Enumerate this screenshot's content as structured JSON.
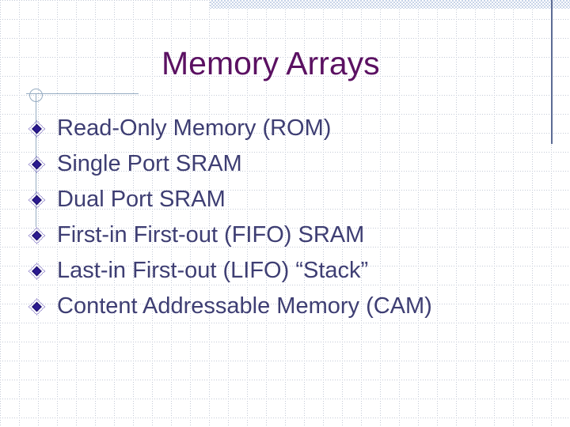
{
  "slide": {
    "title": "Memory Arrays",
    "bullets": [
      "Read-Only Memory (ROM)",
      "Single Port SRAM",
      "Dual Port SRAM",
      "First-in First-out (FIFO) SRAM",
      "Last-in First-out (LIFO) “Stack”",
      "Content Addressable Memory (CAM)"
    ],
    "colors": {
      "title_text": "#5b1162",
      "body_text": "#3e3e73",
      "bullet_fill": "#2b1a8f",
      "bullet_outline": "#5a49b0",
      "ornament_line": "#96acc2",
      "accent_bar": "#5c6b94",
      "checker_blue": "#c8d4e8",
      "grid_dot": "#c3c9d6"
    }
  }
}
